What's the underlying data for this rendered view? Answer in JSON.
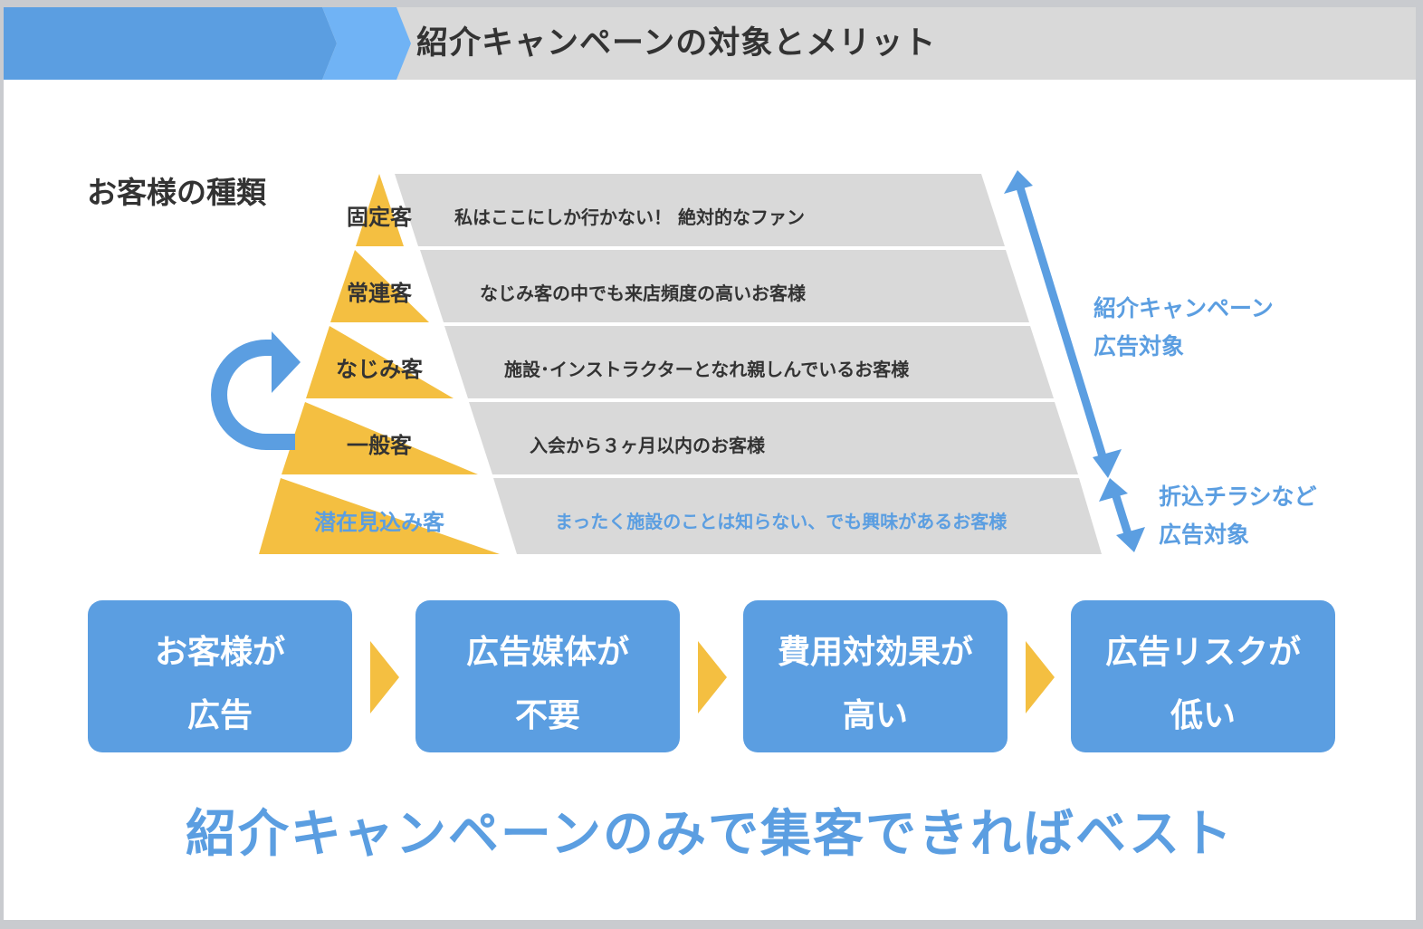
{
  "header": {
    "title": "紹介キャンペーンの対象とメリット"
  },
  "section_label": "お客様の種類",
  "tiers": [
    {
      "label": "固定客",
      "description": "私はここにしか行かない！ 絶対的なファン"
    },
    {
      "label": "常連客",
      "description": "なじみ客の中でも来店頻度の高いお客様"
    },
    {
      "label": "なじみ客",
      "description": "施設･インストラクターとなれ親しんでいるお客様"
    },
    {
      "label": "一般客",
      "description": "入会から３ヶ月以内のお客様"
    },
    {
      "label": "潜在見込み客",
      "description": "まったく施設のことは知らない、でも興味があるお客様"
    }
  ],
  "side_notes": {
    "referral": {
      "line1": "紹介キャンペーン",
      "line2": "広告対象"
    },
    "flyer": {
      "line1": "折込チラシなど",
      "line2": "広告対象"
    }
  },
  "steps": [
    {
      "line1": "お客様が",
      "line2": "広告"
    },
    {
      "line1": "広告媒体が",
      "line2": "不要"
    },
    {
      "line1": "費用対効果が",
      "line2": "高い"
    },
    {
      "line1": "広告リスクが",
      "line2": "低い"
    }
  ],
  "conclusion": "紹介キャンペーンのみで集客できればベスト",
  "colors": {
    "accent_blue": "#5b9ee1",
    "light_blue": "#70b3f5",
    "pyramid_yellow": "#f4bf41",
    "band_gray": "#d9d9d9",
    "text_dark": "#333333"
  }
}
